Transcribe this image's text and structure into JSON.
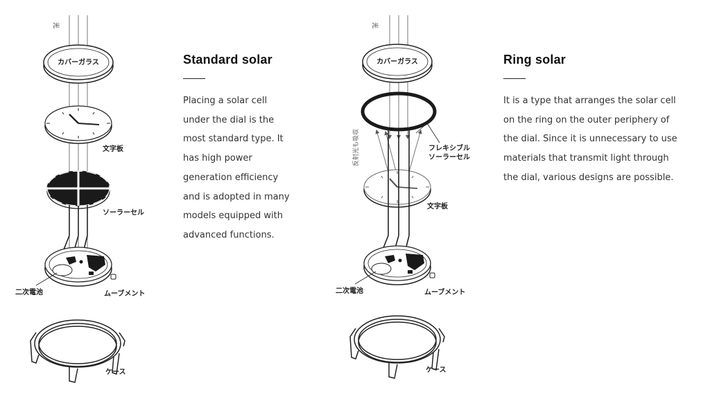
{
  "left_panel": {
    "title": "Standard solar",
    "body": "Placing a solar cell under the dial is the most standard type. It has high power generation efficiency and is adopted in many models equipped with advanced functions.",
    "labels": {
      "light": "光",
      "cover_glass": "カバーガラス",
      "dial": "文字板",
      "solar_cell": "ソーラーセル",
      "secondary_battery": "二次電池",
      "movement": "ムーブメント",
      "case": "ケース"
    }
  },
  "right_panel": {
    "title": "Ring solar",
    "body": "It is a type that arranges the solar cell on the ring on the outer periphery of the dial. Since it is unnecessary to use materials that transmit light through the dial, various designs are possible.",
    "labels": {
      "light": "光",
      "cover_glass": "カバーガラス",
      "flexible_solar_cell_line1": "フレキシブル",
      "flexible_solar_cell_line2": "ソーラーセル",
      "reflected_light": "反射光も吸収",
      "dial": "文字板",
      "secondary_battery": "二次電池",
      "movement": "ムーブメント",
      "case": "ケース"
    }
  },
  "colors": {
    "ink": "#222222",
    "solar_fill": "#1a1a1a",
    "text": "#333333"
  }
}
